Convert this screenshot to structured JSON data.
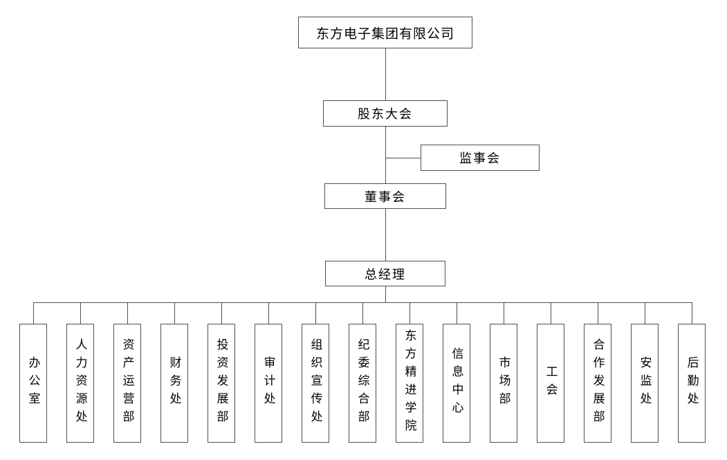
{
  "org": {
    "root": "东方电子集团有限公司",
    "shareholders": "股东大会",
    "supervisory": "监事会",
    "board": "董事会",
    "gm": "总经理",
    "departments": [
      "办公室",
      "人力资源处",
      "资产运营部",
      "财务处",
      "投资发展部",
      "审计处",
      "组织宣传处",
      "纪委综合部",
      "东方精进学院",
      "信息中心",
      "市场部",
      "工会",
      "合作发展部",
      "安监处",
      "后勤处"
    ]
  },
  "colors": {
    "line": "#4f4f4f",
    "node_border": "#4f4f4f",
    "background": "#ffffff"
  }
}
